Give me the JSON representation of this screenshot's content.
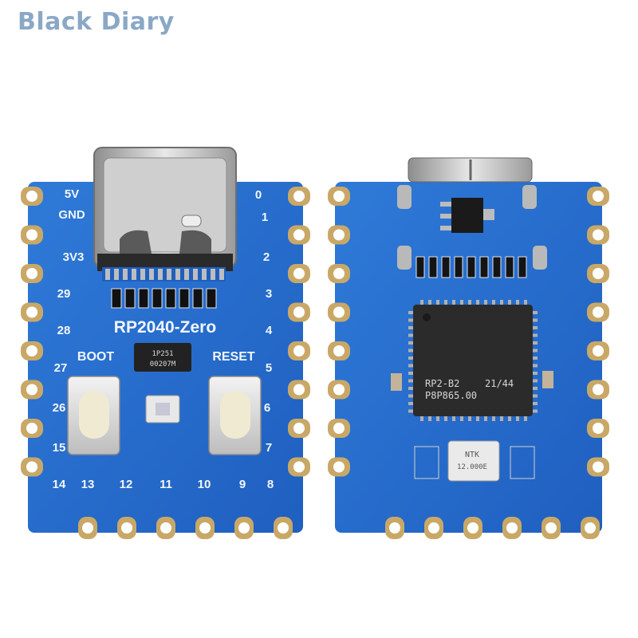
{
  "watermark": "Black Diary",
  "front_board": {
    "title": "RP2040-Zero",
    "left_pin_labels": [
      "5V",
      "GND",
      "3V3",
      "29",
      "28",
      "27",
      "26",
      "15"
    ],
    "right_pin_labels": [
      "0",
      "1",
      "2",
      "3",
      "4",
      "5",
      "6",
      "7",
      "8"
    ],
    "bottom_pin_labels": [
      "14",
      "13",
      "12",
      "11",
      "10",
      "9"
    ],
    "boot_label": "BOOT",
    "reset_label": "RESET",
    "small_chip_text_1": "1P251",
    "small_chip_text_2": "00207M"
  },
  "back_board": {
    "mcu_text_1": "RP2-B2",
    "mcu_text_2": "21/44",
    "mcu_text_3": "P8P865.00",
    "crystal_text_1": "NTK",
    "crystal_text_2": "12.000E"
  },
  "colors": {
    "pcb_blue": "#2a6fd0",
    "pad_gold": "#c9a867",
    "silkscreen": "#f2f6fb",
    "watermark": "#8aa8c6"
  }
}
